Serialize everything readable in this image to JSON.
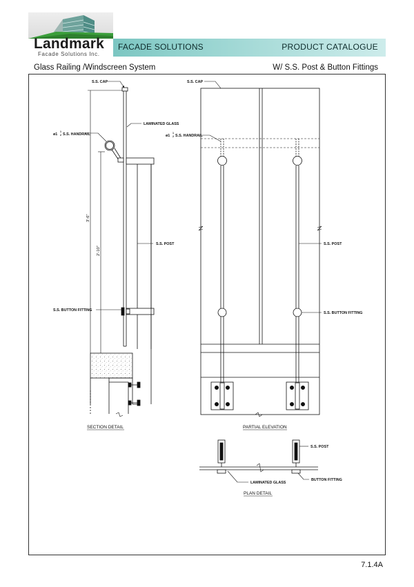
{
  "header": {
    "brand_name": "Landmark",
    "brand_sub": "Facade Solutions Inc.",
    "left_text": "FACADE SOLUTIONS",
    "right_text": "PRODUCT  CATALOGUE"
  },
  "subtitle": {
    "left": "Glass Railing /Windscreen System",
    "right": "W/ S.S. Post & Button Fittings"
  },
  "labels": {
    "ss_cap_section": "S.S. CAP",
    "laminated_glass_section": "LAMINATED GLASS",
    "handrail_section_prefix": "ø1",
    "handrail_section_suffix": "S.S. HANDRAIL",
    "dim_total": "3'-6\"",
    "dim_partial": "2'-10\"",
    "ss_post_section": "S.S. POST",
    "button_fitting_section": "S.S. BUTTON FITTING",
    "ss_cap_elev": "S.S. CAP",
    "handrail_elev_prefix": "ø1",
    "handrail_elev_suffix": "S.S. HANDRAIL",
    "ss_post_elev": "S.S. POST",
    "button_fitting_elev": "S.S. BUTTON FITTING",
    "ss_post_plan": "S.S. POST",
    "laminated_glass_plan": "LAMINATED GLASS",
    "button_fitting_plan": "BUTTON FITTING",
    "frac_num": "1",
    "frac_den": "2"
  },
  "captions": {
    "section": "SECTION DETAIL",
    "elevation": "PARTIAL ELEVATION",
    "plan": "PLAN DETAIL"
  },
  "page_number": "7.1.4A",
  "colors": {
    "header_band": "#5fb7b2",
    "logo_green": "#3a9e3a"
  }
}
